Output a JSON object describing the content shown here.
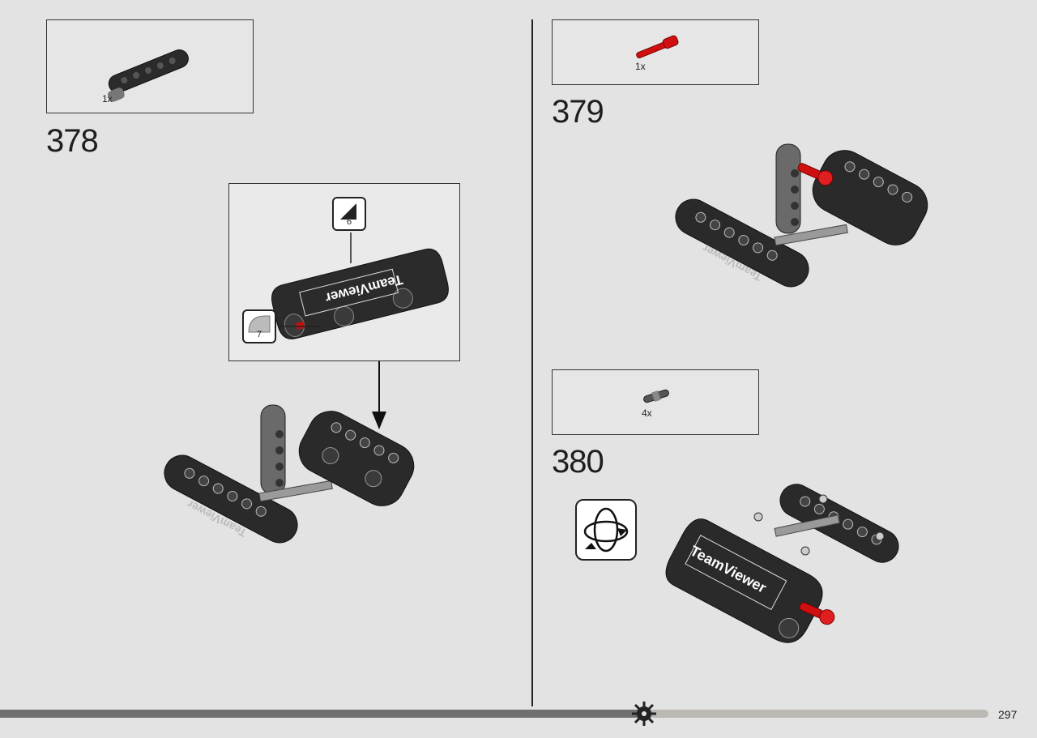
{
  "page": {
    "number": "297",
    "progress": 0.652
  },
  "steps": [
    {
      "number": "378",
      "parts": [
        {
          "qty": "1x",
          "part": "dark-grey-beam"
        }
      ]
    },
    {
      "number": "379",
      "parts": [
        {
          "qty": "1x",
          "part": "red-axle-pin"
        }
      ]
    },
    {
      "number": "380",
      "parts": [
        {
          "qty": "4x",
          "part": "grey-pin"
        }
      ]
    }
  ],
  "callout": {
    "sticker_panel_text": "TeamViewer",
    "stickers": [
      {
        "id": "6"
      },
      {
        "id": "7"
      }
    ]
  },
  "assemblies": {
    "step378_text": "TeamViewer",
    "step379_text": "TeamViewer",
    "step380_text": "TeamViewer"
  },
  "colors": {
    "background": "#e3e3e3",
    "part_dark": "#2a2a2a",
    "part_red": "#d01010",
    "progress_fill": "#6f6f6f",
    "progress_track": "#bcb8b4"
  },
  "icons": {
    "rotate": "rotate-model-icon",
    "progress_marker": "gear-icon"
  }
}
